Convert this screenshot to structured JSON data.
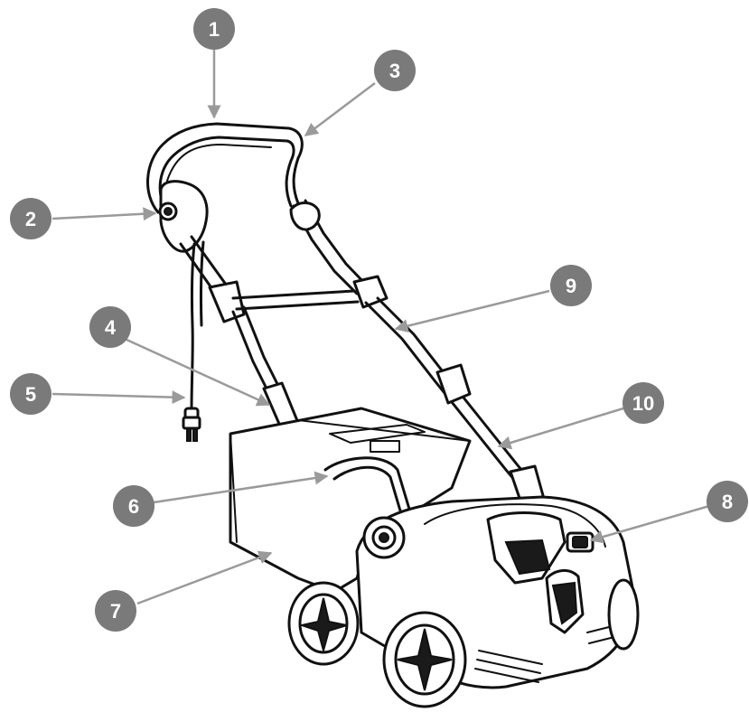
{
  "colors": {
    "badge": "#7a7a7a",
    "leader": "#9a9a9a",
    "ink": "#111111"
  },
  "callouts": [
    {
      "label": "1"
    },
    {
      "label": "2"
    },
    {
      "label": "3"
    },
    {
      "label": "4"
    },
    {
      "label": "5"
    },
    {
      "label": "6"
    },
    {
      "label": "7"
    },
    {
      "label": "8"
    },
    {
      "label": "9"
    },
    {
      "label": "10"
    }
  ]
}
